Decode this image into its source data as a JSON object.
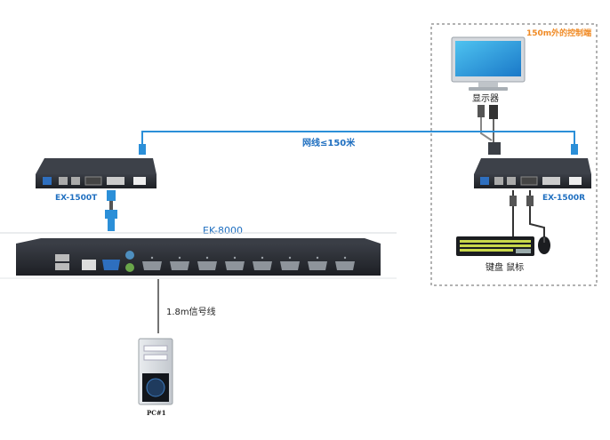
{
  "labels": {
    "remote_console": "150m外的控制端",
    "monitor": "显示器",
    "network": "网线≤150米",
    "transmitter": "EX-1500T",
    "receiver": "EX-1500R",
    "kvm_switch": "EK-8000",
    "signal_cable": "1.8m信号线",
    "keyboard_mouse": "键盘  鼠标",
    "pc": "PC#1"
  },
  "colors": {
    "accent_orange": "#f08a24",
    "label_blue": "#1f6fc0",
    "cable_blue": "#2b8fd8",
    "device_dark": "#2a2d33",
    "dashed_border": "#666666"
  }
}
